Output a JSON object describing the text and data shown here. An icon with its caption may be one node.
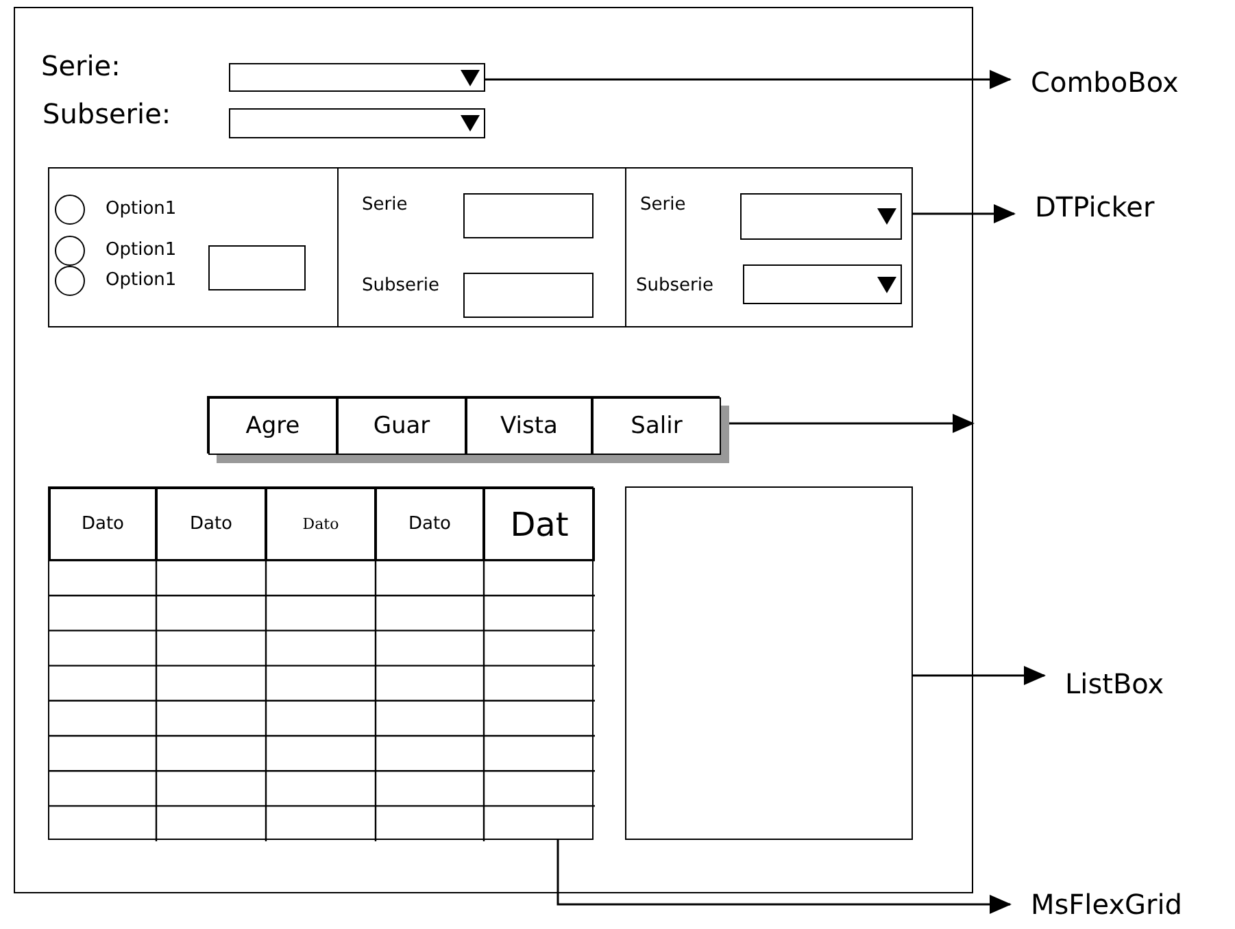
{
  "diagram": {
    "nodes": [
      {
        "text": [],
        "shape": "box"
      },
      {
        "text": [],
        "shape": "box",
        "in": 0
      },
      {
        "text": [],
        "shape": "box",
        "beside": [
          "Subserie:"
        ],
        "in": 0
      },
      {
        "text": [
          "ComboBox"
        ]
      },
      {
        "text": [],
        "shape": "box",
        "in": 0
      },
      {
        "text": [],
        "shape": "circle",
        "beside": [
          "Option1"
        ],
        "in": 4
      },
      {
        "text": [],
        "shape": "circle",
        "beside": [
          "Option1"
        ],
        "in": 4
      },
      {
        "text": [],
        "shape": "circle",
        "beside": [
          "Option1"
        ],
        "in": 4
      },
      {
        "text": [],
        "shape": "box",
        "in": 4
      },
      {
        "text": [],
        "shape": "box",
        "beside": [
          "Serie"
        ],
        "in": 4
      },
      {
        "text": [],
        "shape": "box",
        "beside": [
          "Subserie"
        ],
        "in": 4
      },
      {
        "text": [],
        "shape": "box",
        "beside": [
          "Serie"
        ],
        "in": 4
      },
      {
        "text": [],
        "shape": "box",
        "beside": [
          "Subserie"
        ],
        "in": 4
      },
      {
        "text": [
          "DTPicker"
        ]
      },
      {
        "text": [],
        "shape": "box",
        "in": 0
      },
      {
        "text": [
          "Agre"
        ],
        "in": 14
      },
      {
        "text": [
          "Guar"
        ],
        "in": 14
      },
      {
        "text": [
          "Vista"
        ],
        "in": 14
      },
      {
        "text": [
          "Salir"
        ],
        "in": 14
      },
      {
        "text": [],
        "shape": "box",
        "in": 0
      },
      {
        "text": [
          "Dato"
        ],
        "in": 19
      },
      {
        "text": [
          "Dato"
        ],
        "in": 19
      },
      {
        "text": [
          "Dato"
        ],
        "in": 19
      },
      {
        "text": [
          "Dato"
        ],
        "in": 19
      },
      {
        "text": [
          "Dat"
        ],
        "in": 19
      },
      {
        "text": [],
        "shape": "box",
        "in": 0
      },
      {
        "text": [
          "ListBox"
        ]
      },
      {
        "text": [
          "MsFlexGrid"
        ]
      }
    ],
    "edges": [
      {
        "from": 1,
        "to": 3,
        "arrow": "to"
      },
      {
        "from": 4,
        "to": 13,
        "arrow": "to"
      },
      {
        "from": 14,
        "to": 0,
        "arrow": "to"
      },
      {
        "from": 25,
        "to": 26,
        "arrow": "to"
      },
      {
        "from": 19,
        "to": 27,
        "arrow": "to"
      }
    ],
    "labels": [
      "Serie:"
    ]
  }
}
